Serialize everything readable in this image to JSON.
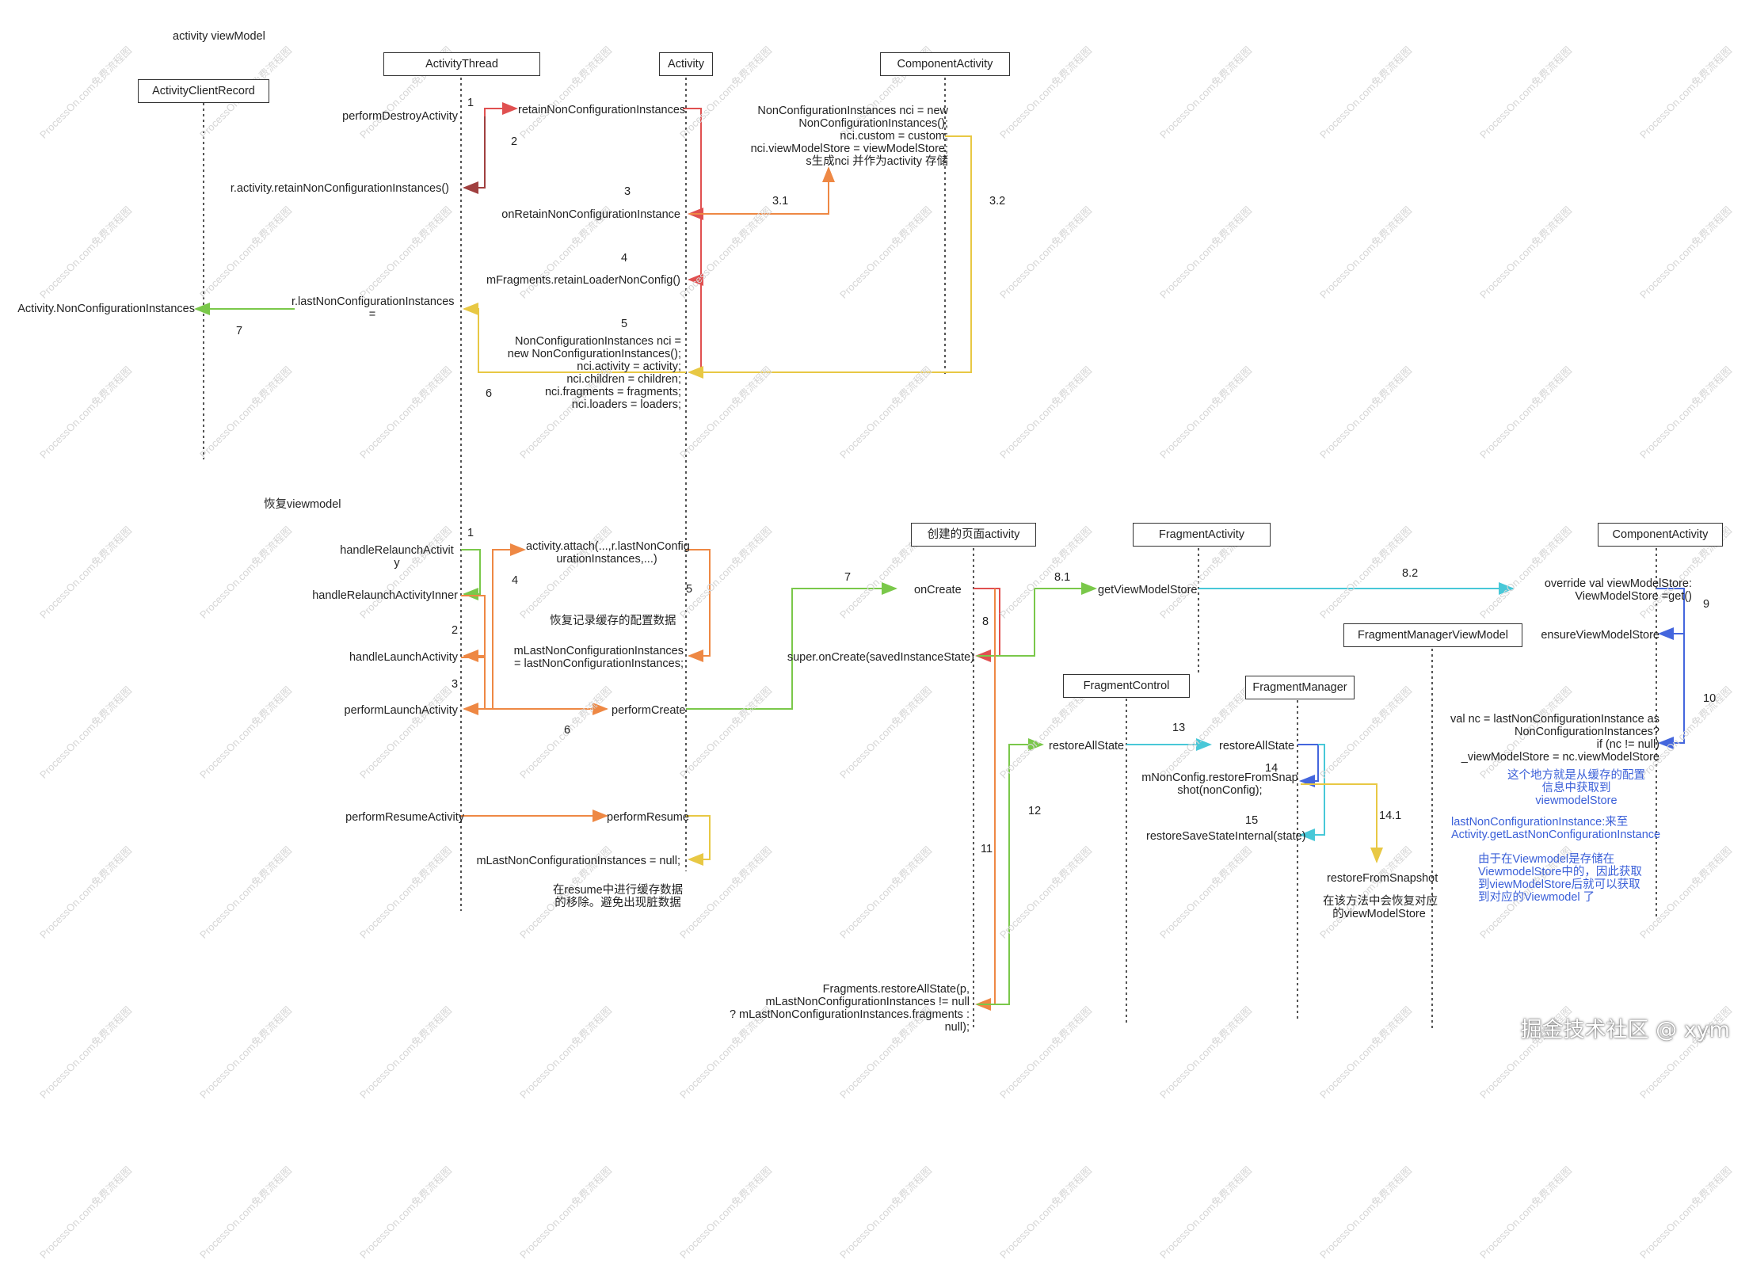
{
  "watermark": "ProcessOn.com免费流程图",
  "brand": "掘金技术社区 @ xym",
  "section1": {
    "title": "activity  viewModel",
    "boxes": {
      "acr": "ActivityClientRecord",
      "at": "ActivityThread",
      "activity": "Activity",
      "ca": "ComponentActivity"
    },
    "labels": {
      "perform_destroy": "performDestroyActivity",
      "retain_nci": "retainNonConfigurationInstances",
      "r_activity_retain": "r.activity.retainNonConfigurationInstances()",
      "on_retain": "onRetainNonConfigurationInstance",
      "mfragments_retain": "mFragments.retainLoaderNonConfig()",
      "r_last_1": "r.lastNonConfigurationInstances",
      "r_last_2": "=",
      "activity_nci": "Activity.NonConfigurationInstances",
      "ca_note": [
        "NonConfigurationInstances nci = new",
        "NonConfigurationInstances();",
        "nci.custom = custom;",
        "nci.viewModelStore = viewModelStore;",
        "s生成nci 并作为activity 存储"
      ],
      "nci_block": [
        "NonConfigurationInstances nci =",
        "new NonConfigurationInstances();",
        "nci.activity = activity;",
        "nci.children = children;",
        "nci.fragments = fragments;",
        "nci.loaders = loaders;"
      ]
    },
    "numbers": {
      "n1": "1",
      "n2": "2",
      "n3": "3",
      "n31": "3.1",
      "n32": "3.2",
      "n4": "4",
      "n5": "5",
      "n6": "6",
      "n7": "7"
    }
  },
  "section2": {
    "title": "恢复viewmodel",
    "boxes": {
      "created": "创建的页面activity",
      "fa": "FragmentActivity",
      "ca2": "ComponentActivity",
      "fmvm": "FragmentManagerViewModel",
      "fc": "FragmentControl",
      "fm": "FragmentManager"
    },
    "labels": {
      "handle_relaunch": [
        "handleRelaunchActivit",
        "y"
      ],
      "handle_relaunch_inner": "handleRelaunchActivityInner",
      "handle_launch": "handleLaunchActivity",
      "perform_launch": "performLaunchActivity",
      "activity_attach": [
        "activity.attach(...,r.lastNonConfig",
        "urationInstances,...)"
      ],
      "restore_cached": "恢复记录缓存的配置数据",
      "mlast_assign": [
        "mLastNonConfigurationInstances",
        "= lastNonConfigurationInstances;"
      ],
      "perform_create": "performCreate",
      "perform_resume_activity": "performResumeActivity",
      "perform_resume": "performResume",
      "mlast_null": "mLastNonConfigurationInstances = null;",
      "resume_note": [
        "在resume中进行缓存数据",
        "的移除。避免出现脏数据"
      ],
      "on_create": "onCreate",
      "super_on_create": "super.onCreate(savedInstanceState)",
      "get_vms": "getViewModelStore",
      "override_vms": [
        "override val viewModelStore:",
        "ViewModelStore =get()"
      ],
      "ensure_vms": "ensureViewModelStore",
      "val_nc": [
        "val nc = lastNonConfigurationInstance as",
        "NonConfigurationInstances?",
        "if (nc != null)",
        "_viewModelStore = nc.viewModelStore"
      ],
      "blue1": [
        "这个地方就是从缓存的配置",
        "信息中获取到",
        "viewmodelStore"
      ],
      "blue2": [
        "lastNonConfigurationInstance:来至",
        "Activity.getLastNonConfigurationInstance"
      ],
      "blue3": [
        "由于在Viewmodel是存储在",
        "ViewmodelStore中的，因此获取",
        "到viewModelStore后就可以获取",
        "到对应的Viewmodel 了"
      ],
      "restore_all_fc": "restoreAllState",
      "restore_all_fm": "restoreAllState",
      "mnonconfig": [
        "mNonConfig.restoreFromSnap",
        "shot(nonConfig);"
      ],
      "restore_save_internal": "restoreSaveStateInternal(state)",
      "restore_from_snapshot": "restoreFromSnapshot",
      "snapshot_note": [
        "在该方法中会恢复对应",
        "的viewModelStore"
      ],
      "fragments_restore": [
        "Fragments.restoreAllState(p,",
        "mLastNonConfigurationInstances != null",
        "? mLastNonConfigurationInstances.fragments",
        ":",
        "null);"
      ]
    },
    "numbers": {
      "n1": "1",
      "n2": "2",
      "n3": "3",
      "n4": "4",
      "n5": "5",
      "n6": "6",
      "n7": "7",
      "n8": "8",
      "n81": "8.1",
      "n82": "8.2",
      "n9": "9",
      "n10": "10",
      "n11": "11",
      "n12": "12",
      "n13": "13",
      "n14": "14",
      "n141": "14.1",
      "n15": "15"
    }
  },
  "colors": {
    "red": "#e05050",
    "darkred": "#a04040",
    "orange": "#ee8844",
    "yellow": "#e8c844",
    "green": "#7ac84a",
    "cyan": "#48c8d8",
    "blue": "#4466dd",
    "lifeline": "#555555"
  }
}
